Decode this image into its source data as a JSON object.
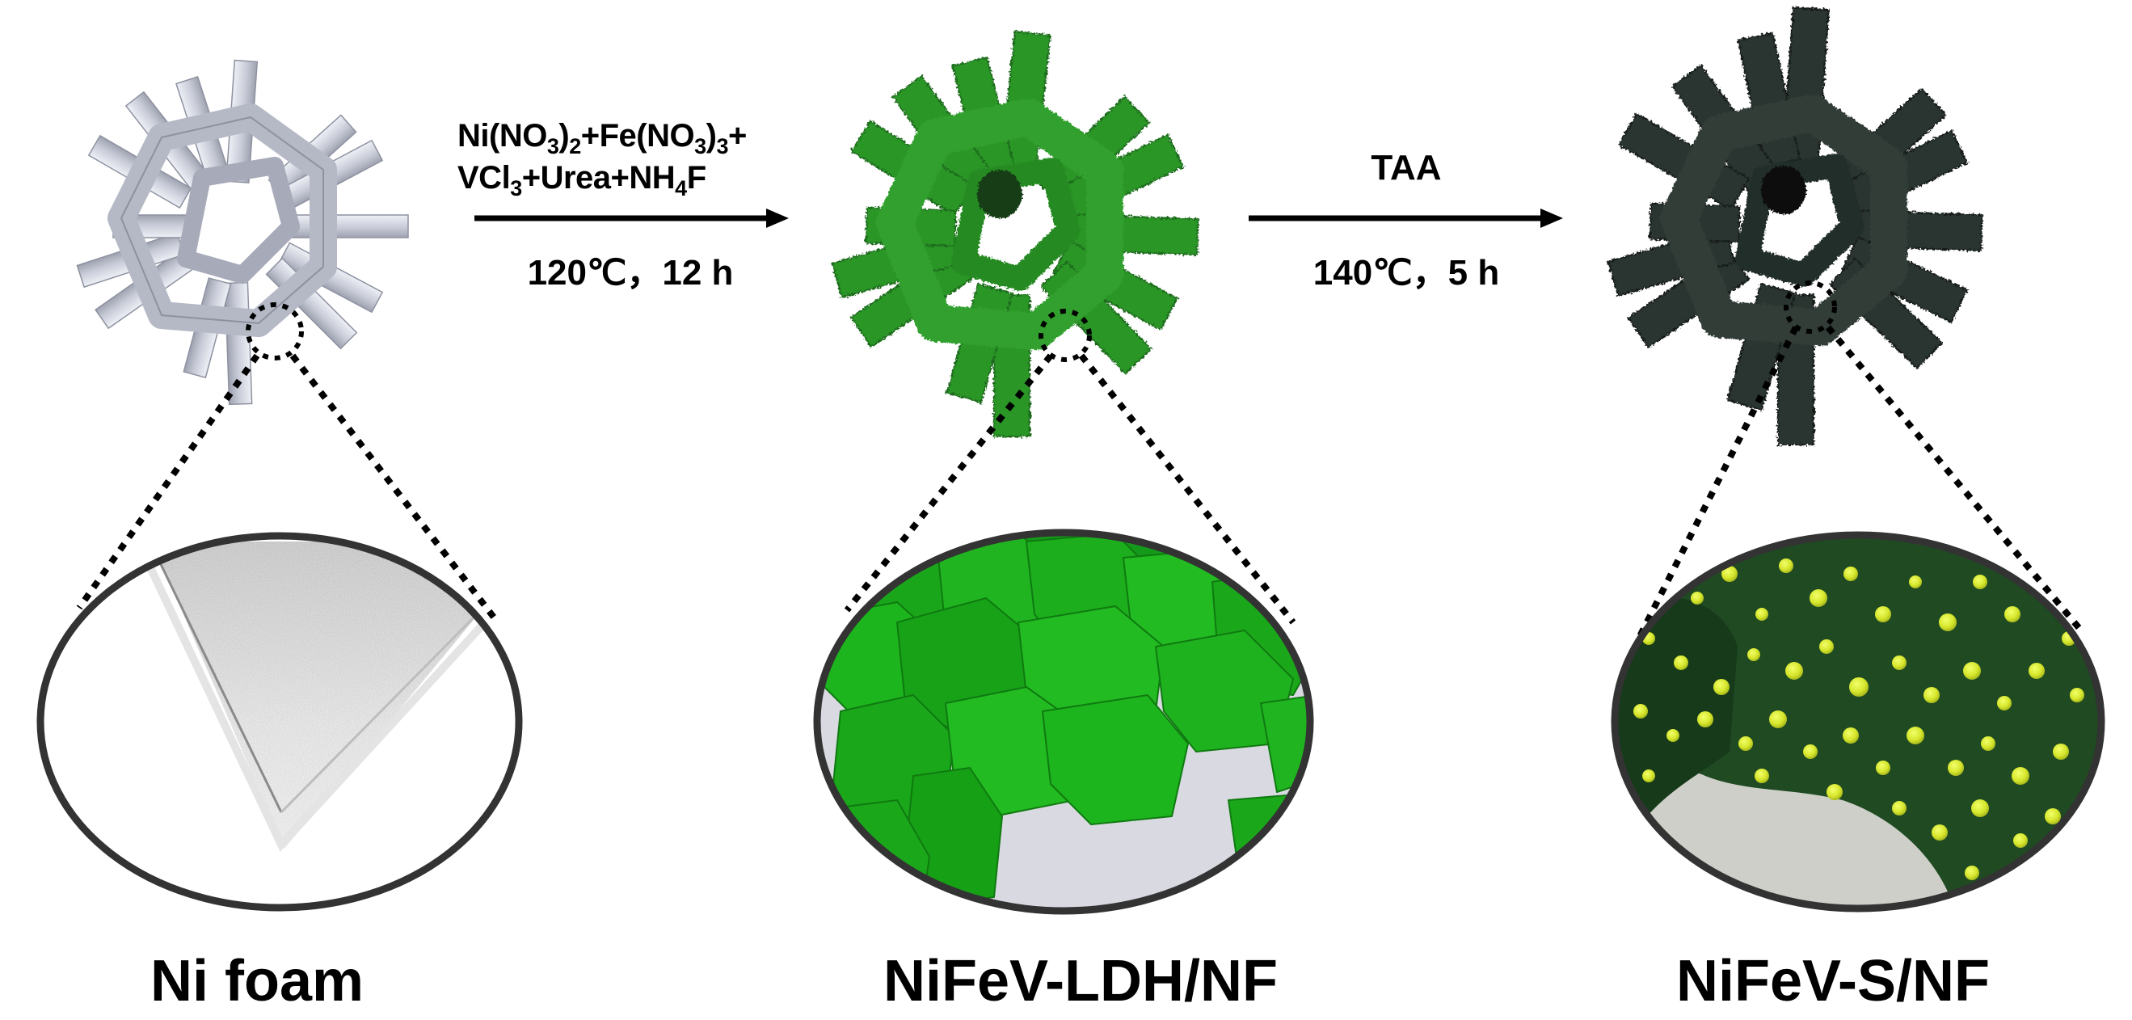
{
  "figure": {
    "type": "synthesis-schematic",
    "background": "#ffffff"
  },
  "stages": [
    {
      "id": "ni-foam",
      "label": "Ni foam",
      "foam_color": "#c9ccd8",
      "foam_shade": "#9ea2b0",
      "zoom_view": "smooth-strut-surface",
      "zoom_colors": {
        "surface": "#e6e6e6",
        "edge": "#9a9a9a"
      }
    },
    {
      "id": "nifev-ldh",
      "label": "NiFeV-LDH/NF",
      "foam_color": "#2f9a2a",
      "foam_shade": "#1b6e1b",
      "zoom_view": "hexagonal-nanosheets",
      "zoom_colors": {
        "sheet": "#1fb51f",
        "sheet_dark": "#118a12",
        "substrate": "#d9d9e2"
      }
    },
    {
      "id": "nifev-s",
      "label": "NiFeV-S/NF",
      "foam_color": "#2a3532",
      "foam_shade": "#161d1b",
      "zoom_view": "nanoparticle-decorated-surface",
      "zoom_colors": {
        "base": "#1f4a22",
        "particle": "#d6e62c",
        "floor": "#cfcfc9"
      }
    }
  ],
  "steps": [
    {
      "id": "step-1",
      "reagents_line1": [
        {
          "t": "Ni(NO"
        },
        {
          "sub": "3"
        },
        {
          "t": ")"
        },
        {
          "sub": "2"
        },
        {
          "t": "+Fe(NO"
        },
        {
          "sub": "3"
        },
        {
          "t": ")"
        },
        {
          "sub": "3"
        },
        {
          "t": "+"
        }
      ],
      "reagents_line2": [
        {
          "t": "VCl"
        },
        {
          "sub": "3"
        },
        {
          "t": "+Urea+NH"
        },
        {
          "sub": "4"
        },
        {
          "t": "F"
        }
      ],
      "reagents_text": "Ni(NO3)2+Fe(NO3)3+ VCl3+Urea+NH4F",
      "condition": "120℃，12 h"
    },
    {
      "id": "step-2",
      "reagent": "TAA",
      "condition": "140℃，5 h"
    }
  ],
  "colors": {
    "text": "#000000",
    "arrow": "#000000",
    "lens_ring": "#333333",
    "dotted_line": "#000000"
  }
}
